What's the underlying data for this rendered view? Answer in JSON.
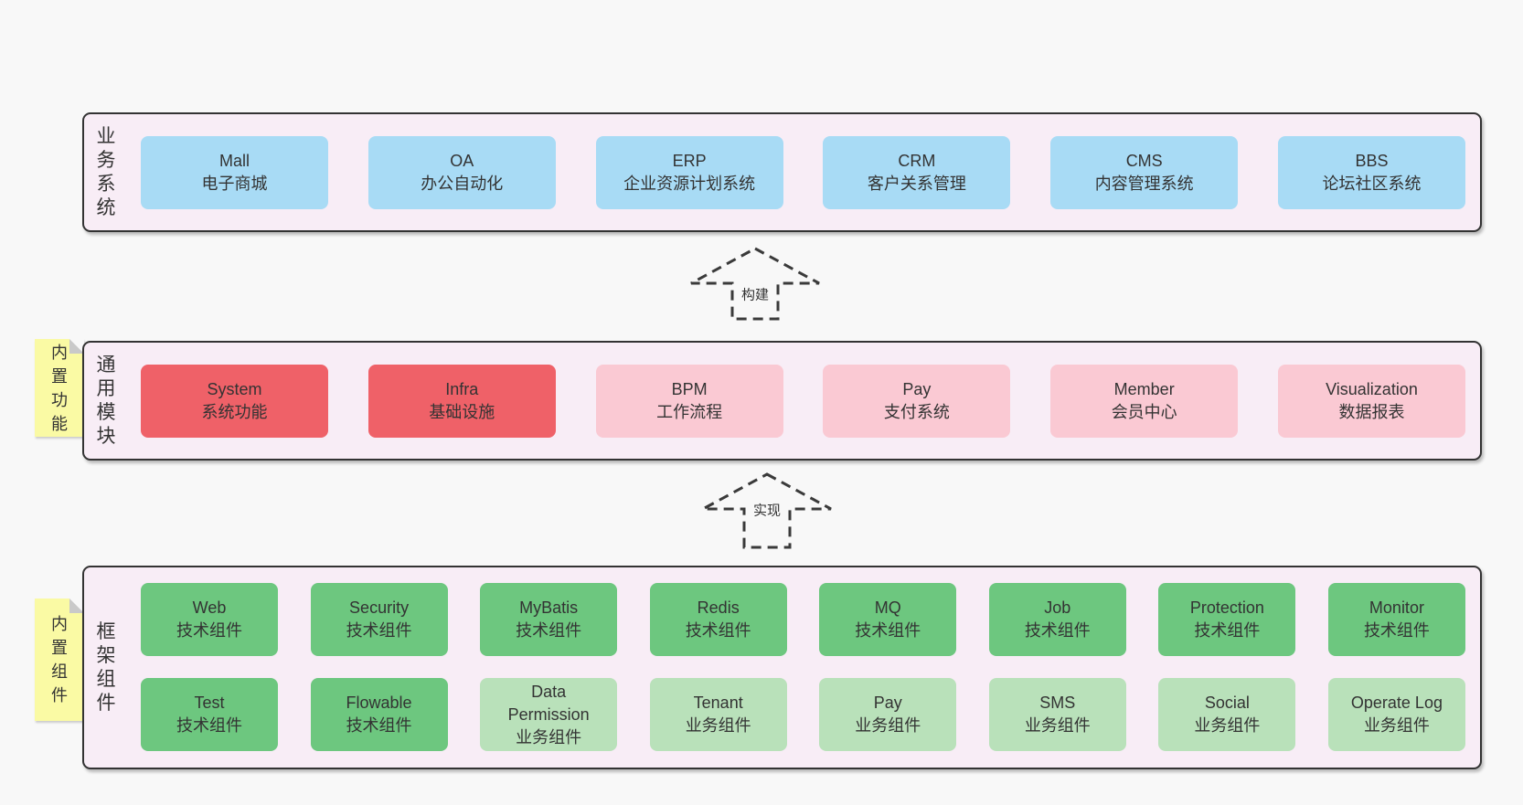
{
  "business": {
    "label": "业务系统",
    "items": [
      {
        "title": "Mall",
        "subtitle": "电子商城"
      },
      {
        "title": "OA",
        "subtitle": "办公自动化"
      },
      {
        "title": "ERP",
        "subtitle": "企业资源计划系统"
      },
      {
        "title": "CRM",
        "subtitle": "客户关系管理"
      },
      {
        "title": "CMS",
        "subtitle": "内容管理系统"
      },
      {
        "title": "BBS",
        "subtitle": "论坛社区系统"
      }
    ]
  },
  "arrows": {
    "build": "构建",
    "implement": "实现"
  },
  "modules": {
    "label": "通用模块",
    "tab": "内置功能",
    "items": [
      {
        "title": "System",
        "subtitle": "系统功能",
        "variant": "red"
      },
      {
        "title": "Infra",
        "subtitle": "基础设施",
        "variant": "red"
      },
      {
        "title": "BPM",
        "subtitle": "工作流程",
        "variant": "pink"
      },
      {
        "title": "Pay",
        "subtitle": "支付系统",
        "variant": "pink"
      },
      {
        "title": "Member",
        "subtitle": "会员中心",
        "variant": "pink"
      },
      {
        "title": "Visualization",
        "subtitle": "数据报表",
        "variant": "pink"
      }
    ]
  },
  "components": {
    "label": "框架组件",
    "tab": "内置组件",
    "row1": [
      {
        "title": "Web",
        "subtitle": "技术组件",
        "variant": "green"
      },
      {
        "title": "Security",
        "subtitle": "技术组件",
        "variant": "green"
      },
      {
        "title": "MyBatis",
        "subtitle": "技术组件",
        "variant": "green"
      },
      {
        "title": "Redis",
        "subtitle": "技术组件",
        "variant": "green"
      },
      {
        "title": "MQ",
        "subtitle": "技术组件",
        "variant": "green"
      },
      {
        "title": "Job",
        "subtitle": "技术组件",
        "variant": "green"
      },
      {
        "title": "Protection",
        "subtitle": "技术组件",
        "variant": "green"
      },
      {
        "title": "Monitor",
        "subtitle": "技术组件",
        "variant": "green"
      }
    ],
    "row2": [
      {
        "title": "Test",
        "subtitle": "技术组件",
        "variant": "green"
      },
      {
        "title": "Flowable",
        "subtitle": "技术组件",
        "variant": "green"
      },
      {
        "title": "Data Permission",
        "subtitle": "业务组件",
        "variant": "light-green"
      },
      {
        "title": "Tenant",
        "subtitle": "业务组件",
        "variant": "light-green"
      },
      {
        "title": "Pay",
        "subtitle": "业务组件",
        "variant": "light-green"
      },
      {
        "title": "SMS",
        "subtitle": "业务组件",
        "variant": "light-green"
      },
      {
        "title": "Social",
        "subtitle": "业务组件",
        "variant": "light-green"
      },
      {
        "title": "Operate Log",
        "subtitle": "业务组件",
        "variant": "light-green"
      }
    ]
  },
  "colors": {
    "page_bg": "#f8f8f8",
    "section_bg": "#f8edf6",
    "section_border": "#333333",
    "blue_box": "#a8dbf5",
    "red_box": "#ef6168",
    "pink_box": "#fac9d3",
    "green_box": "#6dc77f",
    "light_green_box": "#b9e1ba",
    "tab_yellow": "#fafaa4",
    "fold_gray": "#c9c9c9",
    "text": "#333333"
  }
}
